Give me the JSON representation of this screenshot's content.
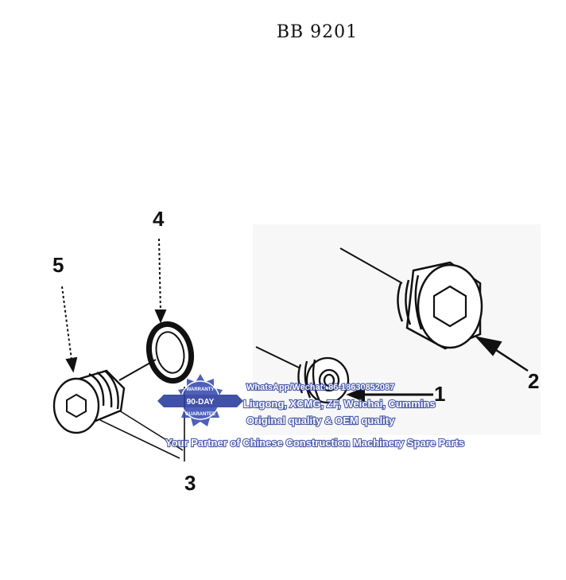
{
  "title": "BB 9201",
  "callouts": {
    "c1": "1",
    "c2": "2",
    "c3": "3",
    "c4": "4",
    "c5": "5"
  },
  "badge": {
    "top": "WARRANTY",
    "middle": "90-DAY",
    "bottom": "GUARANTEE"
  },
  "watermark": {
    "line1": "WhatsApp/Wechat: 86-18630852087",
    "line2": "Liugong, XCMG, ZF, Weichai, Cummins",
    "line3": "Original quality & OEM quality",
    "line4": "Your Partner of Chinese Construction Machinery Spare Parts"
  },
  "colors": {
    "ink": "#111111",
    "watermark_blue": "#2d3f9e",
    "badge_blue": "#3a4fb5"
  }
}
